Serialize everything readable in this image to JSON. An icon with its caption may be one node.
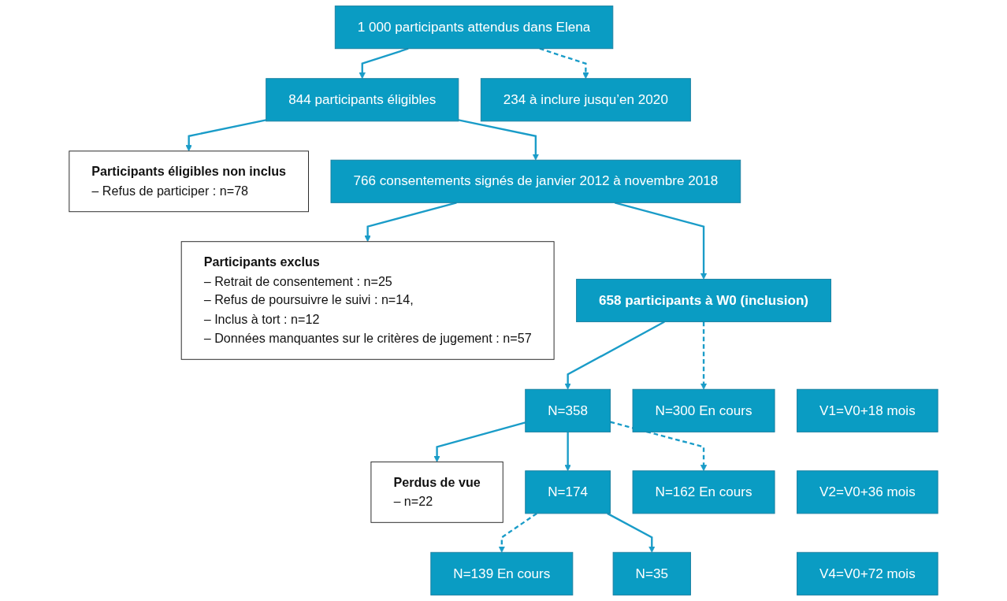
{
  "diagram": {
    "nodes": [
      {
        "text": [
          "1 000 participants attendus dans Elena"
        ]
      },
      {
        "text": [
          "844 participants éligibles"
        ]
      },
      {
        "text": [
          "Participants éligibles non inclus",
          "– Refus de participer : n=78"
        ]
      },
      {
        "text": [
          "234 à inclure jusqu’en 2020"
        ]
      },
      {
        "text": [
          "766 consentements signés de janvier 2012 à novembre 2018"
        ]
      },
      {
        "text": [
          "Participants exclus",
          "– Retrait de consentement : n=25",
          "– Refus de poursuivre le suivi : n=14,",
          "– Inclus à tort : n=12",
          "– Données manquantes sur le critères de jugement : n=57"
        ]
      },
      {
        "text": [
          "658 participants à W0 (inclusion)"
        ]
      },
      {
        "text": [
          "V1=V0+18 mois"
        ]
      },
      {
        "text": [
          "N=300 En cours"
        ]
      },
      {
        "text": [
          "N=358"
        ]
      },
      {
        "text": [
          "Perdus de vue",
          "– n=22"
        ]
      },
      {
        "text": [
          "V2=V0+36 mois"
        ]
      },
      {
        "text": [
          "N=162 En cours"
        ]
      },
      {
        "text": [
          "N=174"
        ]
      },
      {
        "text": [
          "V4=V0+72 mois"
        ]
      },
      {
        "text": [
          "N=139 En cours"
        ]
      },
      {
        "text": [
          "N=35"
        ]
      }
    ],
    "edges": [
      {
        "from": 0,
        "to": 1,
        "arrow": "to"
      },
      {
        "from": 0,
        "to": 3,
        "arrow": "to",
        "style": "dashed"
      },
      {
        "from": 1,
        "to": 4,
        "arrow": "to"
      },
      {
        "from": 1,
        "to": 2,
        "arrow": "to"
      },
      {
        "from": 4,
        "to": 6,
        "arrow": "to"
      },
      {
        "from": 4,
        "to": 5,
        "arrow": "to"
      },
      {
        "from": 6,
        "to": 8,
        "arrow": "to",
        "style": "dashed"
      },
      {
        "from": 6,
        "to": 9,
        "arrow": "to"
      },
      {
        "from": 9,
        "to": 12,
        "arrow": "to",
        "style": "dashed"
      },
      {
        "from": 9,
        "to": 13,
        "arrow": "to"
      },
      {
        "from": 9,
        "to": 10,
        "arrow": "to"
      },
      {
        "from": 13,
        "to": 15,
        "arrow": "to",
        "style": "dashed"
      },
      {
        "from": 13,
        "to": 16,
        "arrow": "to"
      }
    ]
  }
}
